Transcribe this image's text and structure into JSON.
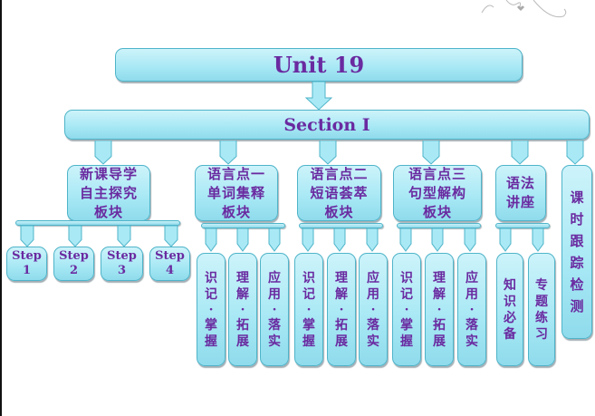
{
  "diagram": {
    "title": "Unit 19",
    "section": "Section I",
    "categories": [
      {
        "lines": [
          "新课导学",
          "自主探究",
          "板块"
        ],
        "children": [
          {
            "lines": [
              "Step",
              "1"
            ]
          },
          {
            "lines": [
              "Step",
              "2"
            ]
          },
          {
            "lines": [
              "Step",
              "3"
            ]
          },
          {
            "lines": [
              "Step",
              "4"
            ]
          }
        ]
      },
      {
        "lines": [
          "语言点一",
          "单词集释",
          "板块"
        ],
        "children": [
          {
            "text": "识记·掌握"
          },
          {
            "text": "理解·拓展"
          },
          {
            "text": "应用·落实"
          }
        ]
      },
      {
        "lines": [
          "语言点二",
          "短语荟萃",
          "板块"
        ],
        "children": [
          {
            "text": "识记·掌握"
          },
          {
            "text": "理解·拓展"
          },
          {
            "text": "应用·落实"
          }
        ]
      },
      {
        "lines": [
          "语言点三",
          "句型解构",
          "板块"
        ],
        "children": [
          {
            "text": "识记·掌握"
          },
          {
            "text": "理解·拓展"
          },
          {
            "text": "应用·落实"
          }
        ]
      },
      {
        "lines": [
          "语法",
          "讲座"
        ],
        "children": [
          {
            "text": "知识必备"
          },
          {
            "text": "专题练习"
          }
        ]
      },
      {
        "text": "课时跟踪检测",
        "children": []
      }
    ]
  },
  "colors": {
    "box_fill": "#a9e9f5",
    "box_border": "#4fb4c9",
    "text": "#6a2aa0"
  }
}
